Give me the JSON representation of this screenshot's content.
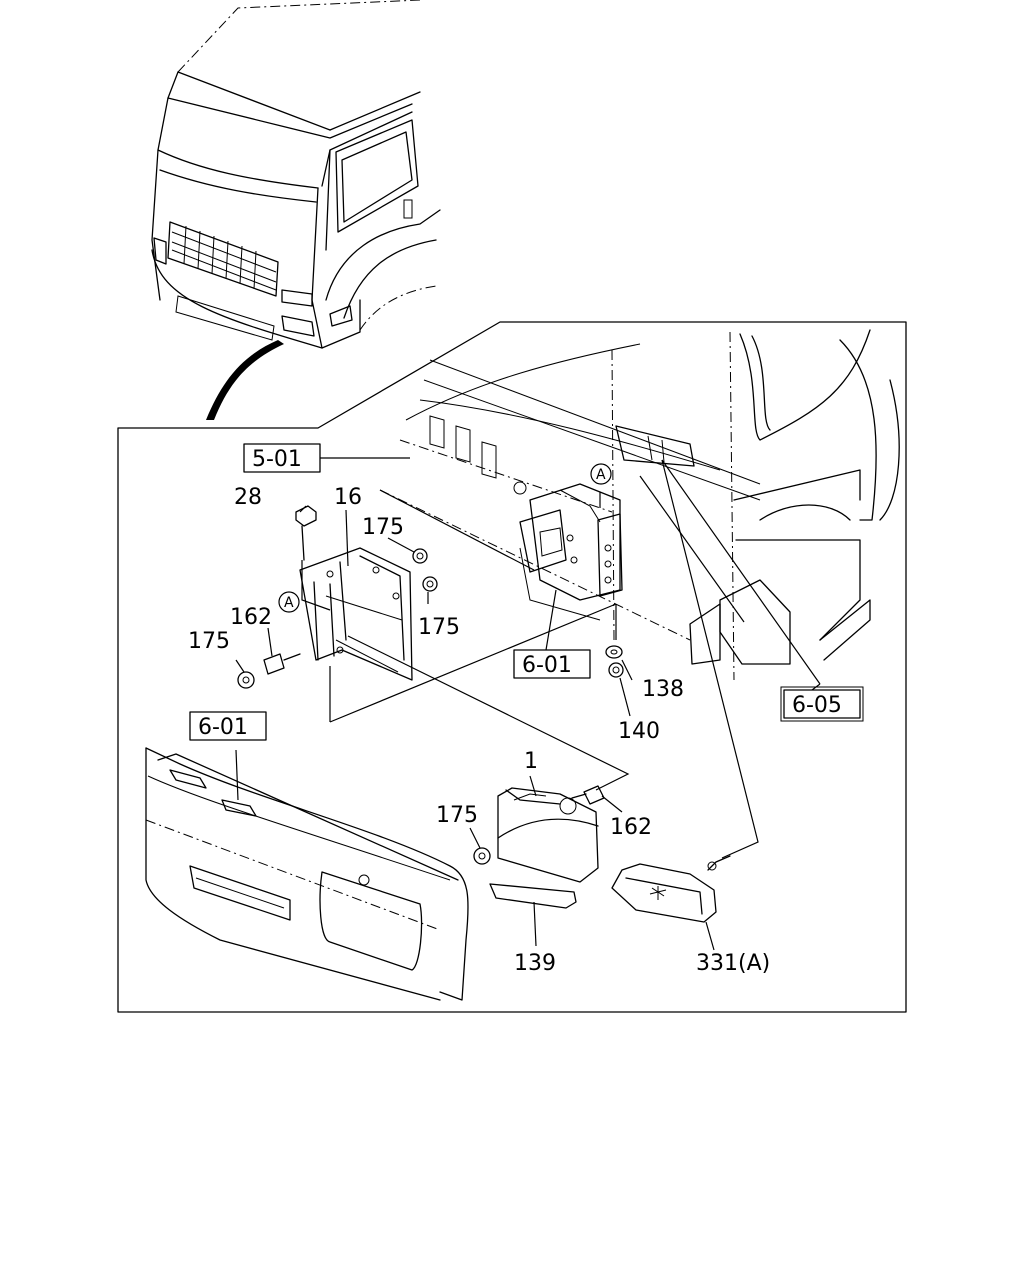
{
  "diagram": {
    "part_labels": {
      "p1": "1",
      "p16": "16",
      "p28": "28",
      "p175_top": "175",
      "p175_mid": "175",
      "p175_left": "175",
      "p175_lamp": "175",
      "p162_left": "162",
      "p162_right": "162",
      "p138": "138",
      "p140": "140",
      "p139": "139",
      "p331A": "331(A)"
    },
    "ref_boxes": {
      "r501": "5-01",
      "r601_center": "6-01",
      "r601_left": "6-01",
      "r605": "6-05"
    },
    "ref_markers": {
      "a_upper": "A",
      "a_left": "A"
    }
  }
}
